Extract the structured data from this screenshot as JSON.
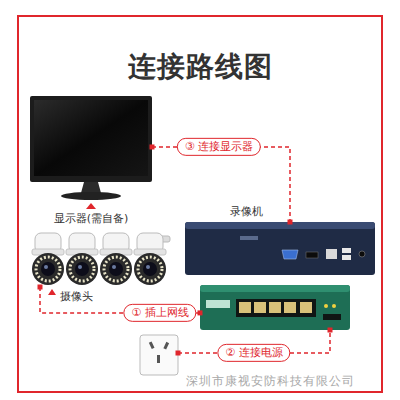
{
  "diagram": {
    "title": "连接路线图",
    "nodes": [
      {
        "text": [
          "显示器(需自备)"
        ]
      },
      {
        "text": [
          "录像机"
        ]
      },
      {
        "text": [
          "摄像头"
        ]
      },
      {
        "text": []
      },
      {
        "text": []
      }
    ],
    "edges": [
      {
        "from": 0,
        "to": 1,
        "arrow": "none",
        "label": "③ 连接显示器"
      },
      {
        "from": 2,
        "to": 3,
        "arrow": "none",
        "label": "① 插上网线"
      },
      {
        "from": 4,
        "to": 3,
        "arrow": "none",
        "label": "② 连接电源"
      }
    ],
    "labels": [
      "深圳市康视安防科技有限公司"
    ]
  }
}
